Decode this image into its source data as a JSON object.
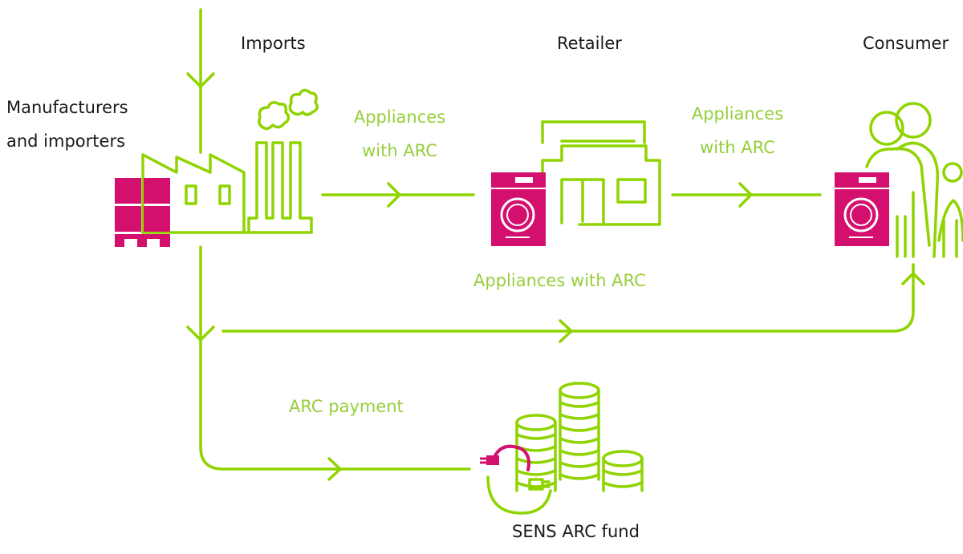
{
  "labels": {
    "imports": "Imports",
    "retailer": "Retailer",
    "consumer": "Consumer",
    "manufacturers_line1": "Manufacturers",
    "manufacturers_line2": "and importers",
    "flow1_line1": "Appliances",
    "flow1_line2": "with ARC",
    "flow2_line1": "Appliances",
    "flow2_line2": "with ARC",
    "direct_flow": "Appliances with ARC",
    "payment": "ARC payment",
    "fund": "SENS ARC fund"
  },
  "colors": {
    "line_green": "#8fd400",
    "text_green": "#95cf3a",
    "magenta": "#d4106f",
    "text_dark": "#1a1a1a"
  },
  "icons": [
    "factory-icon",
    "pallet-boxes-icon",
    "washing-machine-icon",
    "shop-icon",
    "family-icon",
    "coin-stacks-icon",
    "recycle-plug-icon"
  ]
}
